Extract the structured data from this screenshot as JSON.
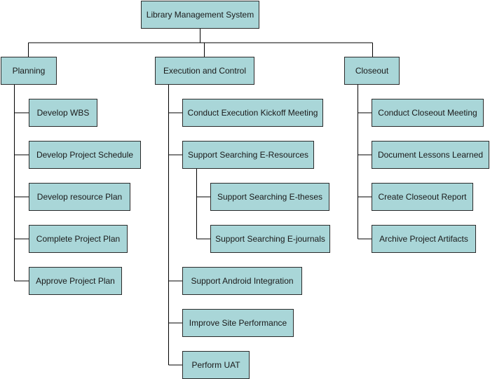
{
  "diagram": {
    "root": "Library Management System",
    "branches": [
      {
        "label": "Planning",
        "children": [
          {
            "label": "Develop WBS"
          },
          {
            "label": "Develop Project Schedule"
          },
          {
            "label": "Develop resource Plan"
          },
          {
            "label": "Complete Project Plan"
          },
          {
            "label": "Approve Project Plan"
          }
        ]
      },
      {
        "label": "Execution and Control",
        "children": [
          {
            "label": "Conduct Execution Kickoff Meeting"
          },
          {
            "label": "Support Searching E-Resources",
            "children": [
              {
                "label": "Support Searching E-theses"
              },
              {
                "label": "Support Searching E-journals"
              }
            ]
          },
          {
            "label": "Support Android Integration"
          },
          {
            "label": "Improve Site Performance"
          },
          {
            "label": "Perform UAT"
          }
        ]
      },
      {
        "label": "Closeout",
        "children": [
          {
            "label": "Conduct Closeout Meeting"
          },
          {
            "label": "Document Lessons Learned"
          },
          {
            "label": "Create Closeout Report"
          },
          {
            "label": "Archive Project Artifacts"
          }
        ]
      }
    ]
  },
  "colors": {
    "node_fill": "#a9d6d8",
    "node_border": "#2b2b2b",
    "connector": "#000000"
  }
}
